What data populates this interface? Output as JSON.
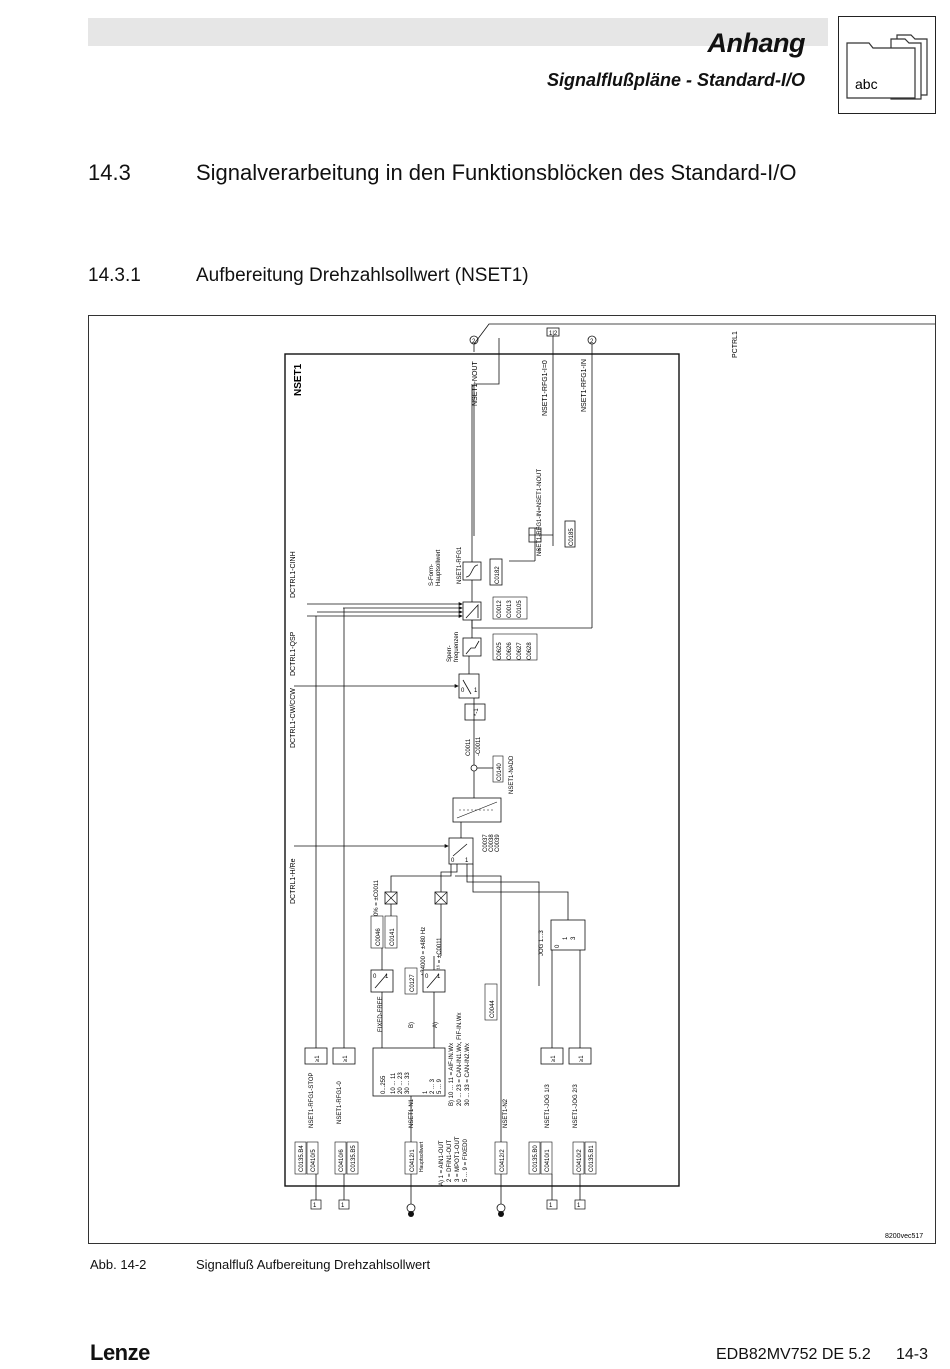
{
  "header": {
    "title": "Anhang",
    "subtitle": "Signalflußpläne - Standard-I/O",
    "tab_label": "abc"
  },
  "section": {
    "number": "14.3",
    "title": "Signalverarbeitung in den Funktionsblöcken des Standard-I/O"
  },
  "subsection": {
    "number": "14.3.1",
    "title": "Aufbereitung Drehzahlsollwert (NSET1)"
  },
  "figure": {
    "block_name": "NSET1",
    "code": "8200vec517",
    "output_right": "PCTRL1",
    "top_signals": {
      "nout": "NSET1-NOUT",
      "rfg1_i0": "NSET1-RFG1-I=0",
      "rfg1_in": "NSET1-RFG1-IN",
      "rfg1_eq": "NSET1-RFG1-IN=NSET1-NOUT"
    },
    "ctrl_inputs": {
      "hre": "DCTRL1-H/Re",
      "cwccw": "DCTRL1-CW/CCW",
      "qsp": "DCTRL1-QSP",
      "cinh": "DCTRL1-CINH"
    },
    "codes": {
      "c0185": "C0185",
      "c0182": "C0182",
      "ramp": [
        "C0012",
        "C0013",
        "C0105"
      ],
      "skip": [
        "C0625",
        "C0626",
        "C0627",
        "C0628"
      ],
      "limits": [
        "C0037",
        "C0038",
        "C0039"
      ],
      "c0140": "C0140",
      "nadd": "NSET1-NADD",
      "c0011a": "C0011",
      "c0011b": "-C0011",
      "c0046": "C0046",
      "c0141": "C0141",
      "c0127": "C0127",
      "c0044": "C0044"
    },
    "labels": {
      "sform": "S-Form-",
      "hauptsollwert": "Hauptsollwert",
      "rfg1": "NSET1-RFG1",
      "sperr1": "Sperr-",
      "sperr2": "frequenzen",
      "fixedfree": "FIXED-FREE",
      "pct": "±100% = ±C0011",
      "hz": "±24000 = ±480 Hz",
      "pow": "±2¹⁶ = ±C0011",
      "mul": "*-1",
      "jog": "JOG 1...3",
      "b_mark": "B)",
      "a_mark": "A)",
      "range1": "0...255",
      "range2": "10 ... 11",
      "range3": "20 ... 23",
      "range4": "30 ... 33",
      "range5": "1",
      "range6": "2 ... 3",
      "range7": "5 ... 9",
      "hauptsollwert_in": "Hauptsollwert"
    },
    "inputs": [
      {
        "codes": [
          "C0135.B4",
          "C0410/5"
        ],
        "signal": "NSET1-RFG1-STOP",
        "gate": "≥1"
      },
      {
        "codes": [
          "C0410/6",
          "C0135.B5"
        ],
        "signal": "NSET1-RFG1-0",
        "gate": "≥1"
      },
      {
        "codes": [
          "C0412/1"
        ],
        "signal": "NSET1-N1"
      },
      {
        "codes": [
          "C0412/2"
        ],
        "signal": "NSET1-N2"
      },
      {
        "codes": [
          "C0135.B0",
          "C0410/1"
        ],
        "signal": "NSET1-JOG 1/3",
        "gate": "≥1"
      },
      {
        "codes": [
          "C0410/2",
          "C0135.B1"
        ],
        "signal": "NSET1-JOG 2/3",
        "gate": "≥1"
      }
    ],
    "legend": {
      "a": [
        "A) 1 = AIN1-OUT",
        "2 = DFIN1-OUT",
        "3 = MPOT1-OUT",
        "5 ... 9 = FIXED0"
      ],
      "b": [
        "B) 10 ... 11 = AIF-IN.Wx",
        "20 ... 23 = CAN-IN1.Wx, FIF-IN.Wx",
        "30 ... 33 = CAN-IN2.Wx"
      ]
    },
    "terminals": [
      "1",
      "1",
      "1",
      "1"
    ]
  },
  "caption": {
    "label": "Abb. 14-2",
    "text": "Signalfluß Aufbereitung Drehzahlsollwert"
  },
  "footer": {
    "logo": "Lenze",
    "doc": "EDB82MV752 DE 5.2",
    "page": "14-3"
  }
}
